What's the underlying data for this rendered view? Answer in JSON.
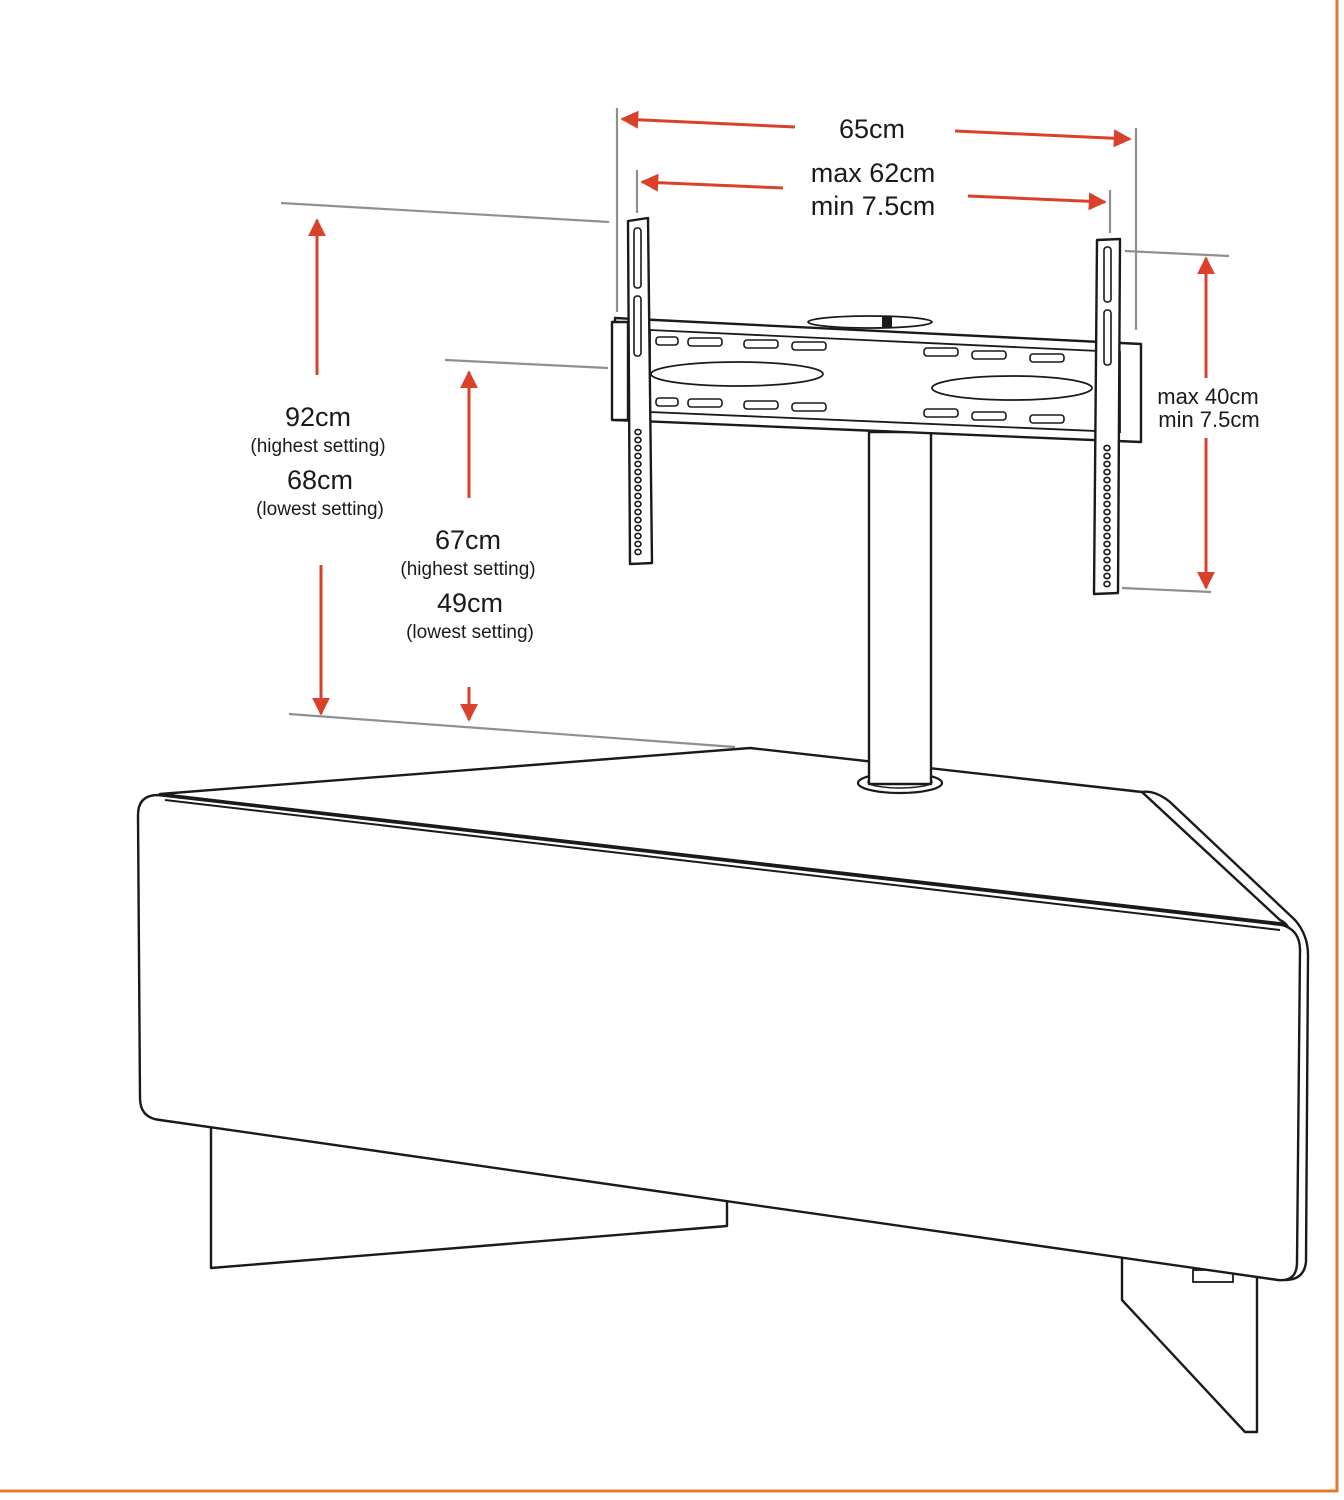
{
  "colors": {
    "border": "#e07a2f",
    "dimension_arrow": "#d9412b",
    "extension_line": "#8f8f8f",
    "outline": "#1a1a1a"
  },
  "dimensions": {
    "overall_width": "65cm",
    "bracket_spacing": {
      "max": "max 62cm",
      "min": "min 7.5cm"
    },
    "arm_height": {
      "max": "max 40cm",
      "min": "min 7.5cm"
    },
    "top_height": {
      "high_value": "92cm",
      "high_note": "(highest setting)",
      "low_value": "68cm",
      "low_note": "(lowest setting)"
    },
    "centre_height": {
      "high_value": "67cm",
      "high_note": "(highest setting)",
      "low_value": "49cm",
      "low_note": "(lowest setting)"
    }
  }
}
